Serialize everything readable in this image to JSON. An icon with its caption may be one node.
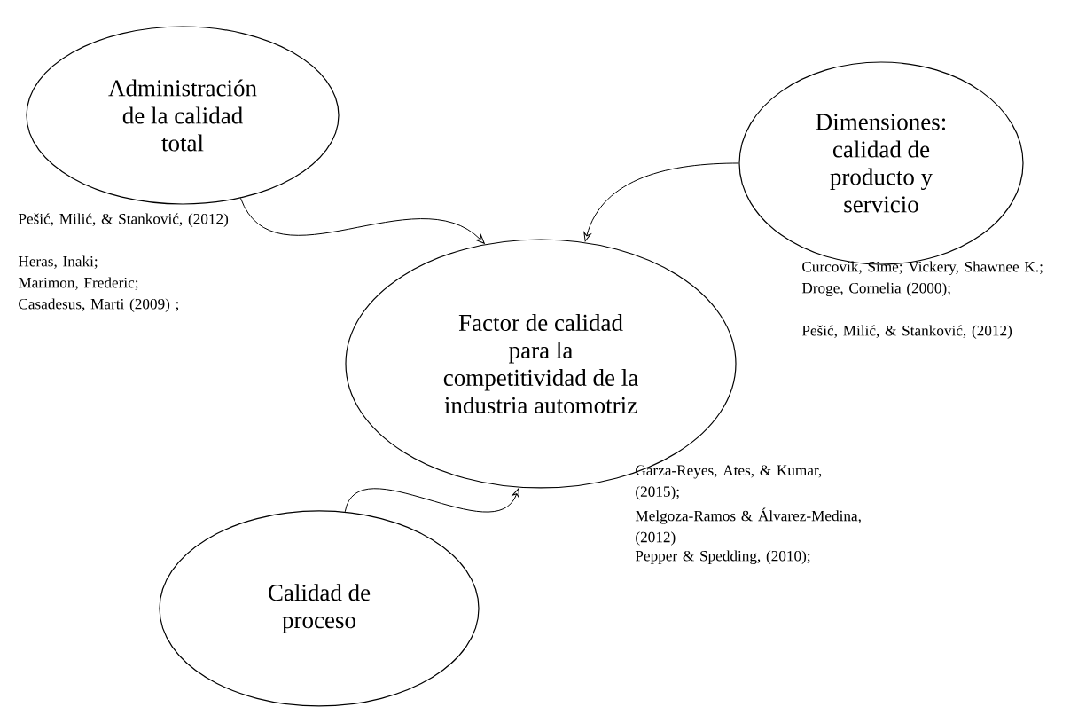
{
  "diagram": {
    "nodes": [
      {
        "text": [
          "Administración de la calidad total"
        ],
        "beside": [
          "Pešić, Milić, & Stanković, (2012)",
          "Heras, Inaki;",
          "Marimon, Frederic;",
          "Casadesus, Marti (2009) ;"
        ]
      },
      {
        "text": [
          "Dimensiones: calidad de producto y servicio"
        ],
        "beside": [
          "Curcovik, Sime; Vickery, Shawnee K.; Droge, Cornelia (2000);",
          "Pešić, Milić, & Stanković, (2012)"
        ]
      },
      {
        "text": [
          "Factor de calidad para la competitividad de la industria automotriz"
        ]
      },
      {
        "text": [
          "Calidad de proceso"
        ],
        "beside": [
          "Garza-Reyes, Ates, & Kumar, (2015);",
          "Melgoza-Ramos & Álvarez-Medina, (2012)",
          "Pepper & Spedding, (2010);"
        ]
      }
    ],
    "edges": [
      {
        "from": 0,
        "to": 2,
        "arrow": "to"
      },
      {
        "from": 1,
        "to": 2,
        "arrow": "to"
      },
      {
        "from": 3,
        "to": 2,
        "arrow": "to"
      }
    ]
  }
}
